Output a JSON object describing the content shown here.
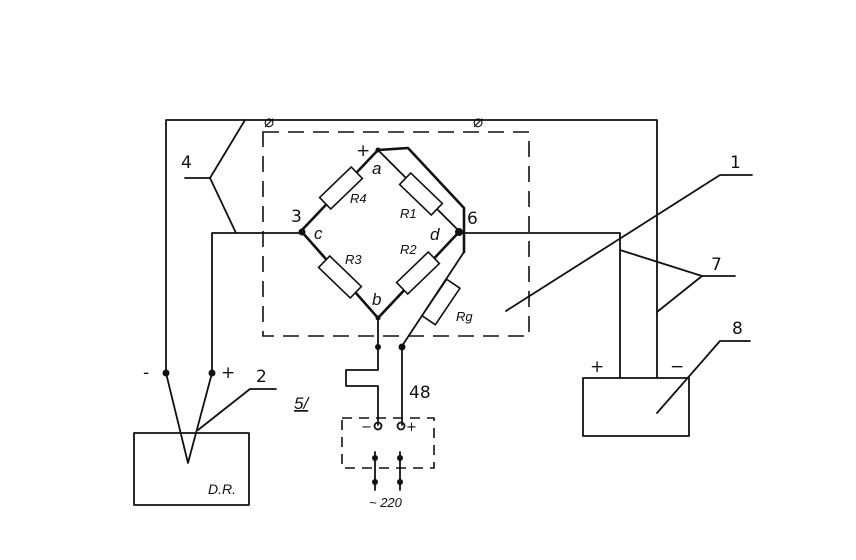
{
  "diagram": {
    "bridge_resistors": [
      "R4",
      "R1",
      "R3",
      "R2",
      "Rg"
    ],
    "node_labels": {
      "a": "a",
      "b": "b",
      "c": "c",
      "d": "d"
    },
    "node_numbers": {
      "n3": "3",
      "n6": "6"
    },
    "polarity": {
      "bridge_plus": "+",
      "dr_minus": "-",
      "dr_plus": "+",
      "box8_plus": "+",
      "box8_minus": "−",
      "supply_minus": "−",
      "supply_plus": "+"
    },
    "callouts": {
      "c1": "1",
      "c2": "2",
      "c4": "4",
      "c5": "5/",
      "c7": "7",
      "c8": "8"
    },
    "device_dr": "D.R.",
    "supply_voltage": "48",
    "mains_label": "~ 220",
    "switch_mark": "⌀"
  }
}
